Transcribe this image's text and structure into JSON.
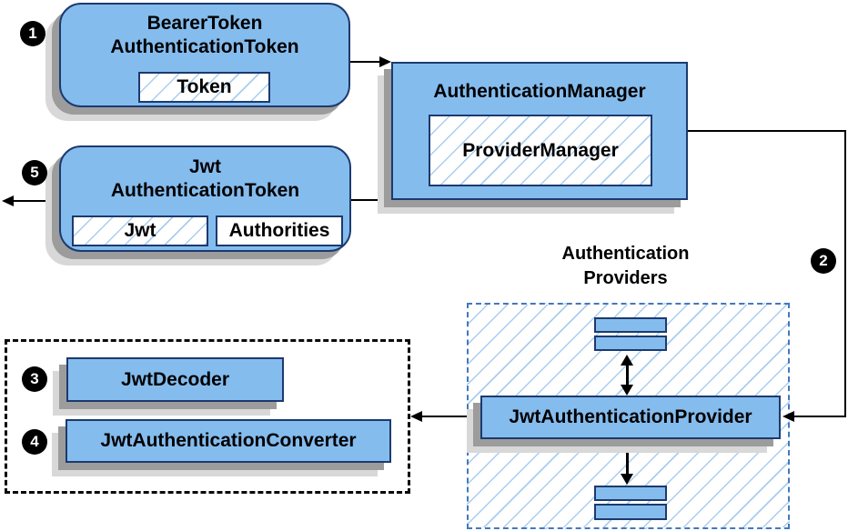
{
  "colors": {
    "node_fill": "#85bcee",
    "node_border": "#1c3a6e",
    "hatch_line": "#a9cdf0",
    "dashed_blue": "#4478bc",
    "shadow_dark": "#9c9c9c",
    "shadow_light": "#d8d8d8",
    "line_color": "#000000",
    "badge_bg": "#000000",
    "badge_text": "#ffffff"
  },
  "badges": {
    "step1": "1",
    "step2": "2",
    "step3": "3",
    "step4": "4",
    "step5": "5"
  },
  "nodes": {
    "bearer": {
      "title_line1": "BearerToken",
      "title_line2": "AuthenticationToken",
      "field_token": "Token"
    },
    "manager": {
      "title": "AuthenticationManager",
      "inner": "ProviderManager"
    },
    "jwt_token": {
      "title_line1": "Jwt",
      "title_line2": "AuthenticationToken",
      "field_jwt": "Jwt",
      "field_authorities": "Authorities"
    },
    "providers_group": {
      "label_line1": "Authentication",
      "label_line2": "Providers"
    },
    "jwt_provider": {
      "title": "JwtAuthenticationProvider"
    },
    "jwt_decoder": {
      "title": "JwtDecoder"
    },
    "jwt_converter": {
      "title": "JwtAuthenticationConverter"
    }
  }
}
